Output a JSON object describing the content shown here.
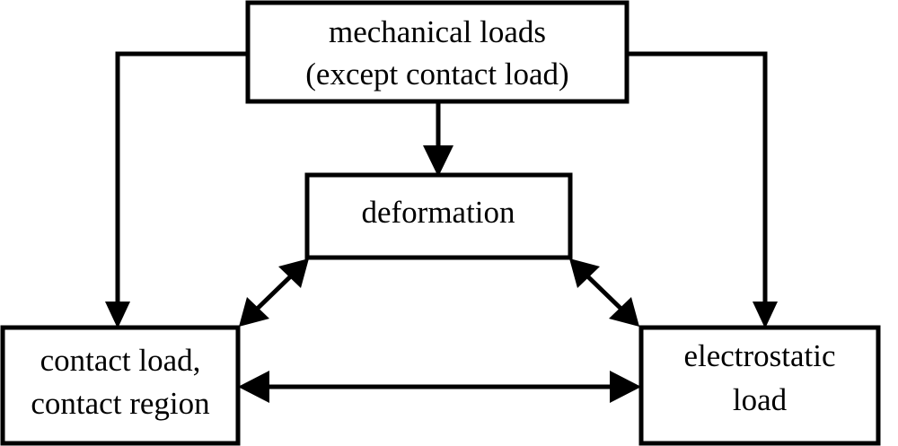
{
  "diagram": {
    "type": "block-flow-diagram",
    "background_color": "#ffffff",
    "line_color": "#000000",
    "text_color": "#000000",
    "nodes": [
      {
        "id": "mechanical-loads",
        "line1": "mechanical loads",
        "line2": "(except contact load)"
      },
      {
        "id": "deformation",
        "line1": "deformation",
        "line2": ""
      },
      {
        "id": "contact-load-region",
        "line1": "contact load,",
        "line2": "contact region"
      },
      {
        "id": "electrostatic-load",
        "line1": "electrostatic",
        "line2": "load"
      }
    ],
    "edges": [
      {
        "id": "mechanical-to-contact",
        "from": "mechanical-loads",
        "to": "contact-load-region",
        "style": "elbow",
        "arrows": "single"
      },
      {
        "id": "mechanical-to-deformation",
        "from": "mechanical-loads",
        "to": "deformation",
        "style": "straight-vertical",
        "arrows": "single"
      },
      {
        "id": "mechanical-to-electrostatic",
        "from": "mechanical-loads",
        "to": "electrostatic-load",
        "style": "elbow",
        "arrows": "single"
      },
      {
        "id": "deformation-contact",
        "from": "deformation",
        "to": "contact-load-region",
        "style": "diagonal",
        "arrows": "double"
      },
      {
        "id": "deformation-electrostatic",
        "from": "deformation",
        "to": "electrostatic-load",
        "style": "diagonal",
        "arrows": "double"
      },
      {
        "id": "contact-electrostatic",
        "from": "contact-load-region",
        "to": "electrostatic-load",
        "style": "straight-horizontal",
        "arrows": "double"
      }
    ]
  }
}
